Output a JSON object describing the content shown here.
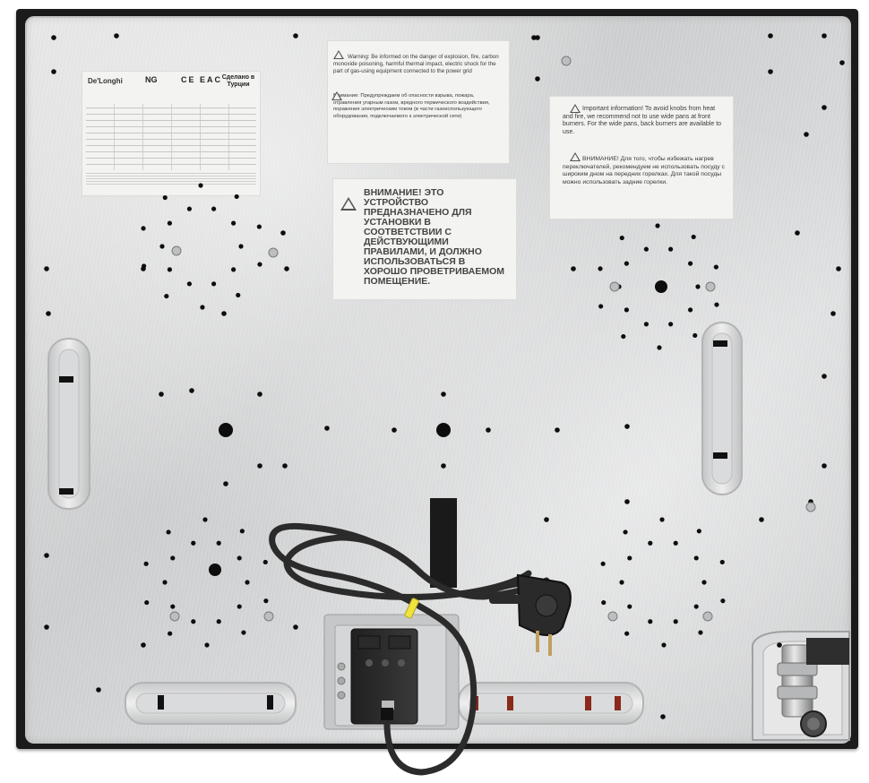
{
  "scene": {
    "subject": "hob-underside-photo",
    "colors": {
      "metal": "#d6d7d8",
      "frame": "#1b1b1b",
      "label": "#f3f3f1",
      "cable": "#2b2b2b",
      "tag": "#f0e33a"
    }
  },
  "labels": {
    "rating": {
      "brand": "De'Longhi",
      "gas": "NG",
      "marks": "CE EAC",
      "made_in": "Сделано в Турции"
    },
    "warning_top": {
      "en": "Warning: Be informed on the danger of explosion, fire, carbon monoxide poisoning, harmful thermal impact, electric shock for the part of gas-using equipment connected to the power grid",
      "ru": "Внимание: Предупреждаем об опасности взрыва, пожара, отравления угарным газом, вредного термического воздействия, поражения электрическим током (в части газоиспользующего оборудования, подключаемого к электрической сети)"
    },
    "warning_center": {
      "ru": "ВНИМАНИЕ! ЭТО УСТРОЙСТВО ПРЕДНАЗНАЧЕНО ДЛЯ УСТАНОВКИ В СООТВЕТСТВИИ С ДЕЙСТВУЮЩИМИ ПРАВИЛАМИ, И ДОЛЖНО ИСПОЛЬЗОВАТЬСЯ В ХОРОШО ПРОВЕТРИВАЕМОМ ПОМЕЩЕНИЕ."
    },
    "info_right": {
      "en": "Important information! To avoid knobs from heat and fire, we recommend not to use wide pans at front burners. For the wide pans, back burners are available to use.",
      "ru": "ВНИМАНИЕ! Для того, чтобы избежать нагрев переключателей, рекомендуем не использовать посуду с широким дном на передних горелках. Для такой посуды можно использовать задние горелки."
    }
  },
  "icons": [
    "warning-triangle-icon",
    "ce-mark-icon",
    "eac-mark-icon"
  ]
}
